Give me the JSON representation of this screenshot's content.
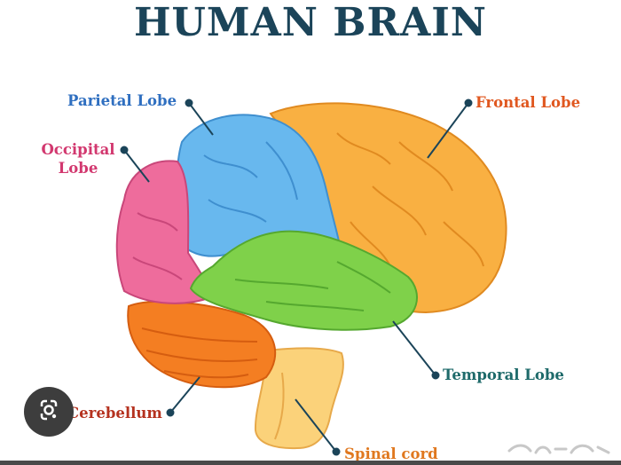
{
  "title": "HUMAN BRAIN",
  "labels": {
    "parietal": "Parietal Lobe",
    "occipital_line1": "Occipital",
    "occipital_line2": "Lobe",
    "frontal": "Frontal Lobe",
    "temporal": "Temporal Lobe",
    "cerebellum": "Cerebellum",
    "spinal": "Spinal cord"
  },
  "colors": {
    "title": "#1b4459",
    "frontal": "#f9b042",
    "parietal": "#68b8ee",
    "occipital": "#ee6c9c",
    "temporal": "#7fd14a",
    "cerebellum": "#f47e22",
    "brainstem": "#fbd27a"
  },
  "icons": {
    "lens": "google-lens-icon",
    "watermark": "haraj-watermark"
  }
}
